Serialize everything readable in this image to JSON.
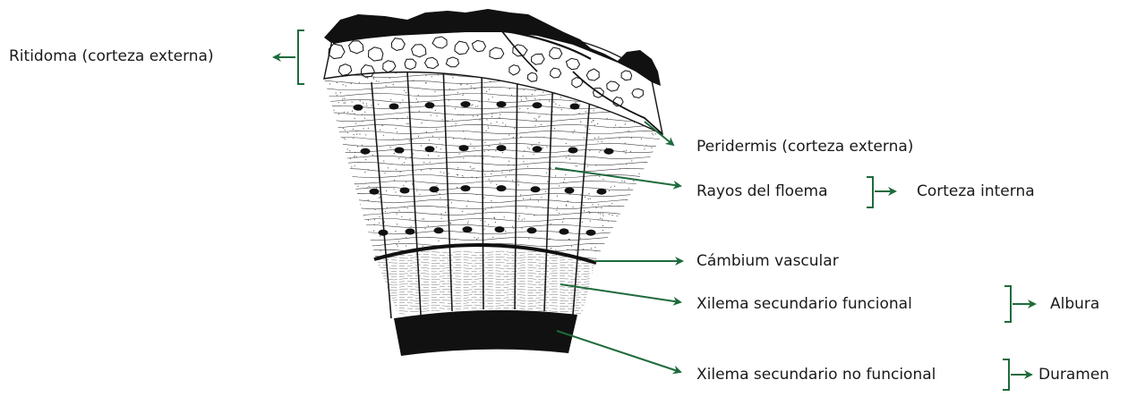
{
  "labels": {
    "ritidoma": "Ritidoma (corteza externa)",
    "peridermis": "Peridermis (corteza externa)",
    "rayos_floema": "Rayos del floema",
    "corteza_interna": "Corteza interna",
    "cambium": "Cámbium vascular",
    "xilema_funcional": "Xilema secundario funcional",
    "albura": "Albura",
    "xilema_no_funcional": "Xilema secundario no funcional",
    "duramen": "Duramen"
  },
  "colors": {
    "accent": "#1e6b3c",
    "ink": "#1a1a1a",
    "heartwood": "#111111"
  }
}
